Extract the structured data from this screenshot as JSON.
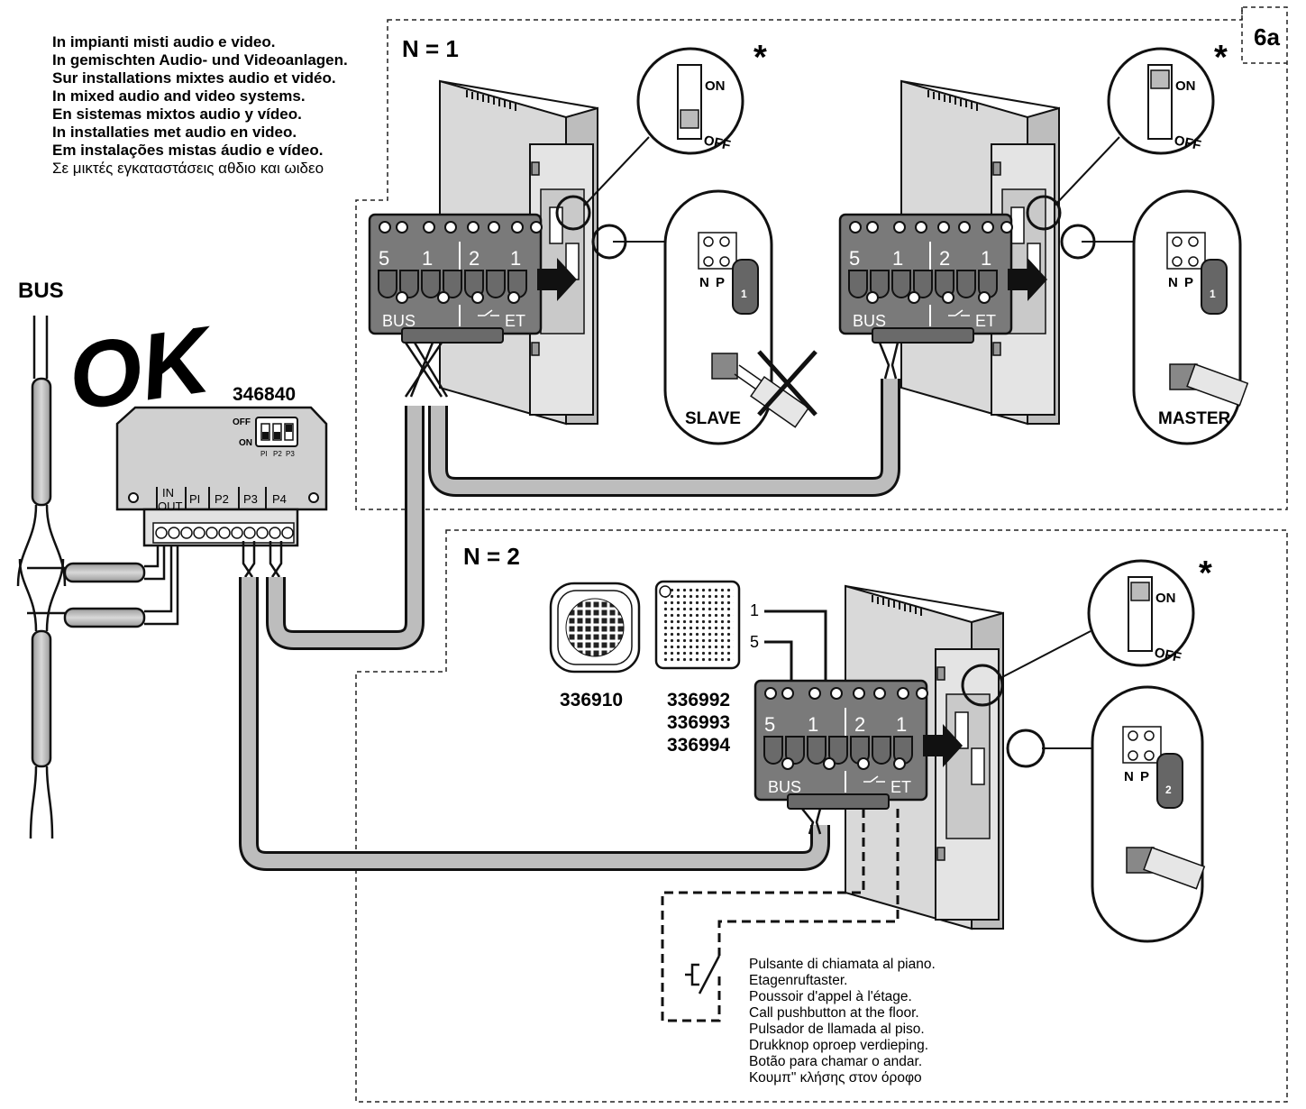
{
  "figure_id": "6a",
  "header_lines": [
    "In impianti misti audio e video.",
    "In gemischten Audio- und Videoanlagen.",
    "Sur installations mixtes audio et vidéo.",
    "In mixed audio and video systems.",
    "En sistemas mixtos audio y vídeo.",
    "In installaties met audio en video.",
    "Em instalações mistas áudio e vídeo.",
    "Σε μικτές εγκαταστάσεις αθδιο και ωιδεο"
  ],
  "bus_label": "BUS",
  "ok_label": "OK",
  "interface": {
    "code": "346840",
    "off_label": "OFF",
    "on_label": "ON",
    "dip_labels": [
      "PI",
      "P2",
      "P3"
    ],
    "in_label": "IN",
    "out_label": "OUT",
    "port_labels": [
      "PI",
      "P2",
      "P3",
      "P4"
    ]
  },
  "section1": {
    "title": "N = 1",
    "star": "*",
    "slave_label": "SLAVE",
    "master_label": "MASTER"
  },
  "section2": {
    "title": "N = 2",
    "star": "*",
    "speaker_code": "336910",
    "module_codes": [
      "336992",
      "336993",
      "336994"
    ],
    "wire_labels": [
      "1",
      "5"
    ]
  },
  "terminal": {
    "numbers": [
      "5",
      "1",
      "2",
      "1"
    ],
    "bus_label": "BUS",
    "et_label": "ET"
  },
  "switch": {
    "on_label": "ON",
    "off_label": "OFF"
  },
  "jumper": {
    "n_label": "N",
    "p_label": "P",
    "values": [
      "1",
      "1",
      "2"
    ]
  },
  "caption_lines": [
    "Pulsante di chiamata al piano.",
    "Etagenruftaster.",
    "Poussoir d'appel à l'étage.",
    "Call pushbutton at the floor.",
    "Pulsador de llamada al piso.",
    "Drukknop oproep verdieping.",
    "Botão para chamar o andar.",
    "Κουμπ\" κλήσης στον όροφο"
  ]
}
